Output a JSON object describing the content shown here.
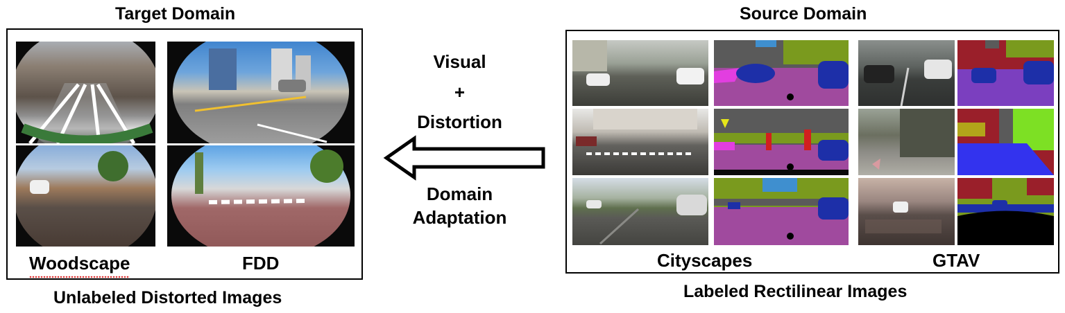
{
  "target": {
    "title": "Target Domain",
    "datasets": [
      "Woodscape",
      "FDD"
    ],
    "subtitle": "Unlabeled Distorted Images"
  },
  "arrow": {
    "line1": "Visual",
    "line2": "+",
    "line3": "Distortion",
    "line4": "Domain",
    "line5": "Adaptation"
  },
  "source": {
    "title": "Source Domain",
    "datasets": [
      "Cityscapes",
      "GTAV"
    ],
    "subtitle": "Labeled Rectilinear Images"
  },
  "colors": {
    "seg_road": "#a04a9e",
    "seg_car": "#1d2fa8",
    "seg_vegetation": "#7a9a1e",
    "seg_building": "#5a5a5a",
    "seg_sidewalk": "#e23ee0",
    "seg_sky": "#3f8fcf",
    "gtav_building": "#9a1f2a",
    "gtav_terrain": "#7de024"
  }
}
